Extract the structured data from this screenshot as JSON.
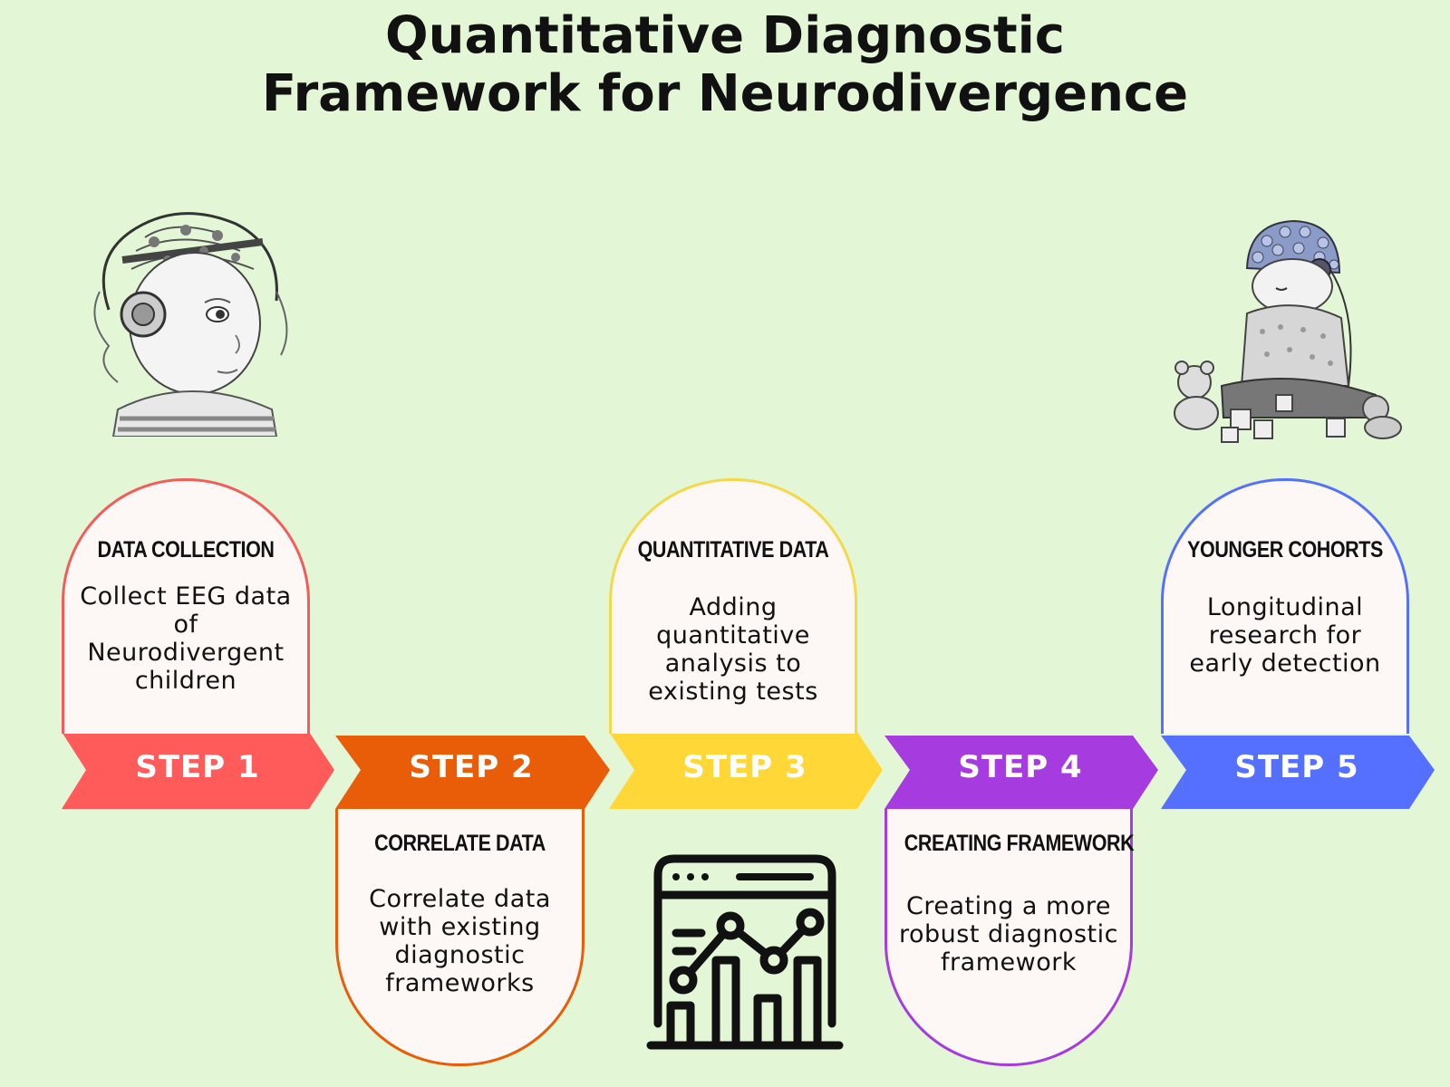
{
  "title": {
    "line1": "Quantitative Diagnostic",
    "line2": "Framework for Neurodivergence"
  },
  "colors": {
    "background": "#e3f7d6",
    "step1": "#ff5b5b",
    "step2": "#e95d09",
    "step3": "#ffd838",
    "step4": "#a63ce0",
    "step5": "#5570ff"
  },
  "steps": [
    {
      "label": "STEP 1",
      "heading": "DATA COLLECTION",
      "text": "Collect EEG data of Neurodivergent children"
    },
    {
      "label": "STEP 2",
      "heading": "CORRELATE DATA",
      "text": "Correlate data with existing diagnostic frameworks"
    },
    {
      "label": "STEP 3",
      "heading": "QUANTITATIVE DATA",
      "text": "Adding quantitative analysis to existing tests"
    },
    {
      "label": "STEP 4",
      "heading": "CREATING FRAMEWORK",
      "text": "Creating a more robust diagnostic framework"
    },
    {
      "label": "STEP 5",
      "heading": "YOUNGER COHORTS",
      "text": "Longitudinal research for early detection"
    }
  ],
  "icons": {
    "analytics": "analytics-dashboard-icon",
    "child_left": "child-eeg-headset-illustration",
    "child_right": "baby-eeg-cap-illustration"
  }
}
